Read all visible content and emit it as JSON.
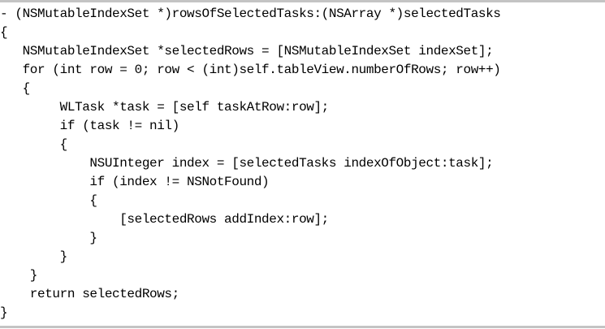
{
  "code": {
    "language": "objective-c",
    "lines": [
      "- (NSMutableIndexSet *)rowsOfSelectedTasks:(NSArray *)selectedTasks",
      "{",
      "   NSMutableIndexSet *selectedRows = [NSMutableIndexSet indexSet];",
      "   for (int row = 0; row < (int)self.tableView.numberOfRows; row++)",
      "   {",
      "        WLTask *task = [self taskAtRow:row];",
      "        if (task != nil)",
      "        {",
      "            NSUInteger index = [selectedTasks indexOfObject:task];",
      "            if (index != NSNotFound)",
      "            {",
      "                [selectedRows addIndex:row];",
      "            }",
      "        }",
      "    }",
      "    return selectedRows;",
      "}"
    ]
  },
  "colors": {
    "text": "#000000",
    "background": "#ffffff",
    "rule": "#c4c4c4"
  }
}
